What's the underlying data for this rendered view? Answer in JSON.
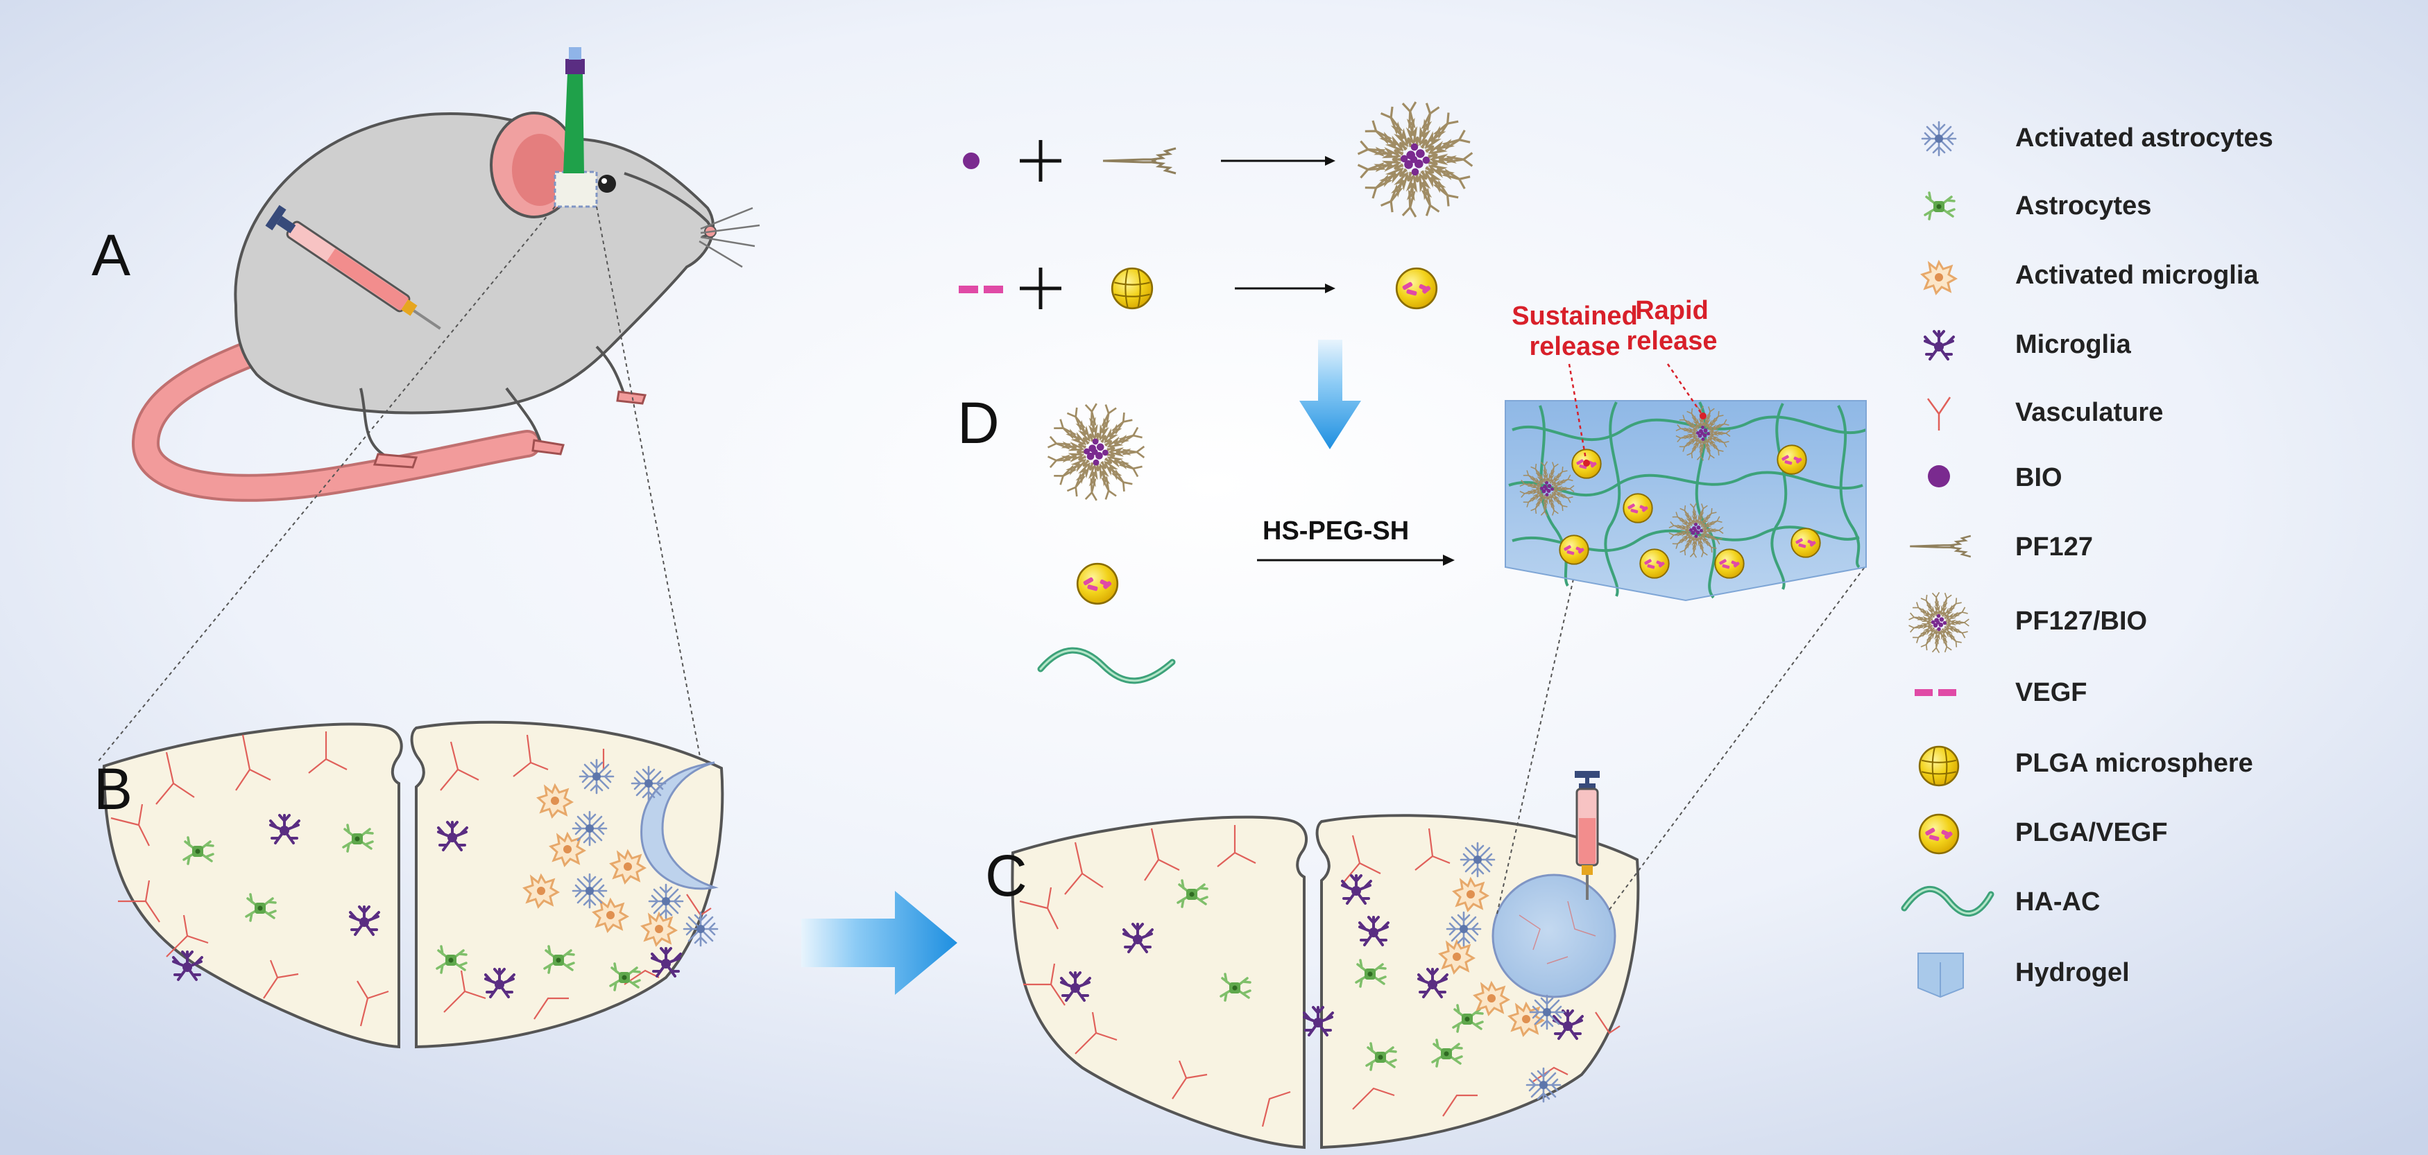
{
  "figure": {
    "panels": [
      "A",
      "B",
      "C",
      "D"
    ],
    "scheme_label": "HS-PEG-SH",
    "annotations": {
      "sustained": [
        "Sustained",
        "release"
      ],
      "rapid": [
        "Rapid",
        "release"
      ]
    }
  },
  "legend": [
    {
      "label": "Activated astrocytes",
      "icon": "activated-astrocyte-icon"
    },
    {
      "label": "Astrocytes",
      "icon": "astrocyte-icon"
    },
    {
      "label": "Activated microglia",
      "icon": "activated-microglia-icon"
    },
    {
      "label": "Microglia",
      "icon": "microglia-icon"
    },
    {
      "label": "Vasculature",
      "icon": "vasculature-icon"
    },
    {
      "label": "BIO",
      "icon": "bio-dot-icon"
    },
    {
      "label": "PF127",
      "icon": "pf127-icon"
    },
    {
      "label": "PF127/BIO",
      "icon": "pf127-bio-micelle-icon"
    },
    {
      "label": "VEGF",
      "icon": "vegf-icon"
    },
    {
      "label": "PLGA microsphere",
      "icon": "plga-microsphere-icon"
    },
    {
      "label": "PLGA/VEGF",
      "icon": "plga-vegf-icon"
    },
    {
      "label": "HA-AC",
      "icon": "ha-ac-icon"
    },
    {
      "label": "Hydrogel",
      "icon": "hydrogel-icon"
    }
  ],
  "colors": {
    "background_center": "#ffffff",
    "background_edge": "#c9d4ea",
    "brain_fill": "#f8f3e2",
    "vessel": "#e0605a",
    "microglia": "#5a2d82",
    "astrocyte": "#7fbf6a",
    "activated_astrocyte": "#7f95c4",
    "activated_microglia": "#e7a86a",
    "pf127": "#a89878",
    "bio": "#7a2a8f",
    "vegf": "#e04aa6",
    "plga": "#f2d21a",
    "ha_ac": "#3da27a",
    "hydrogel": "#a9c9ea",
    "arrow_blue": "#1e8fe0",
    "annotation_red": "#d8202a"
  }
}
